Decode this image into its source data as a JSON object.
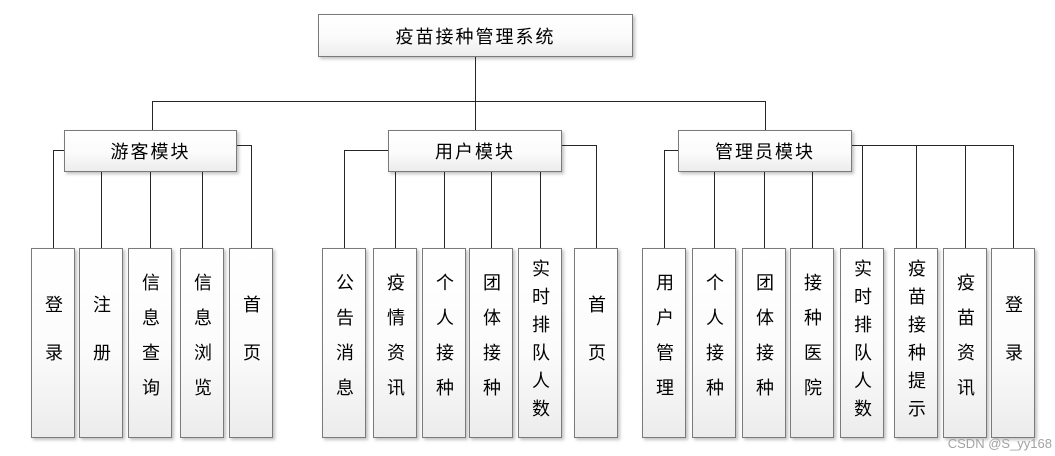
{
  "diagram": {
    "root": "疫苗接种管理系统",
    "modules": [
      {
        "label": "游客模块",
        "children": [
          "登录",
          "注册",
          "信息查询",
          "信息浏览",
          "首页"
        ]
      },
      {
        "label": "用户模块",
        "children": [
          "公告消息",
          "疫情资讯",
          "个人接种",
          "团体接种",
          "实时排队人数",
          "首页"
        ]
      },
      {
        "label": "管理员模块",
        "children": [
          "用户管理",
          "个人接种",
          "团体接种",
          "接种医院",
          "实时排队人数",
          "疫苗接种提示",
          "疫苗资讯",
          "登录"
        ]
      }
    ]
  },
  "watermark": "CSDN @S_yy168",
  "colors": {
    "line": "#262626",
    "node_border": "#7a7a7a",
    "node_fill_top": "#ffffff",
    "node_fill_bottom": "#ececec",
    "text": "#000000",
    "watermark": "#a3a3a3"
  }
}
